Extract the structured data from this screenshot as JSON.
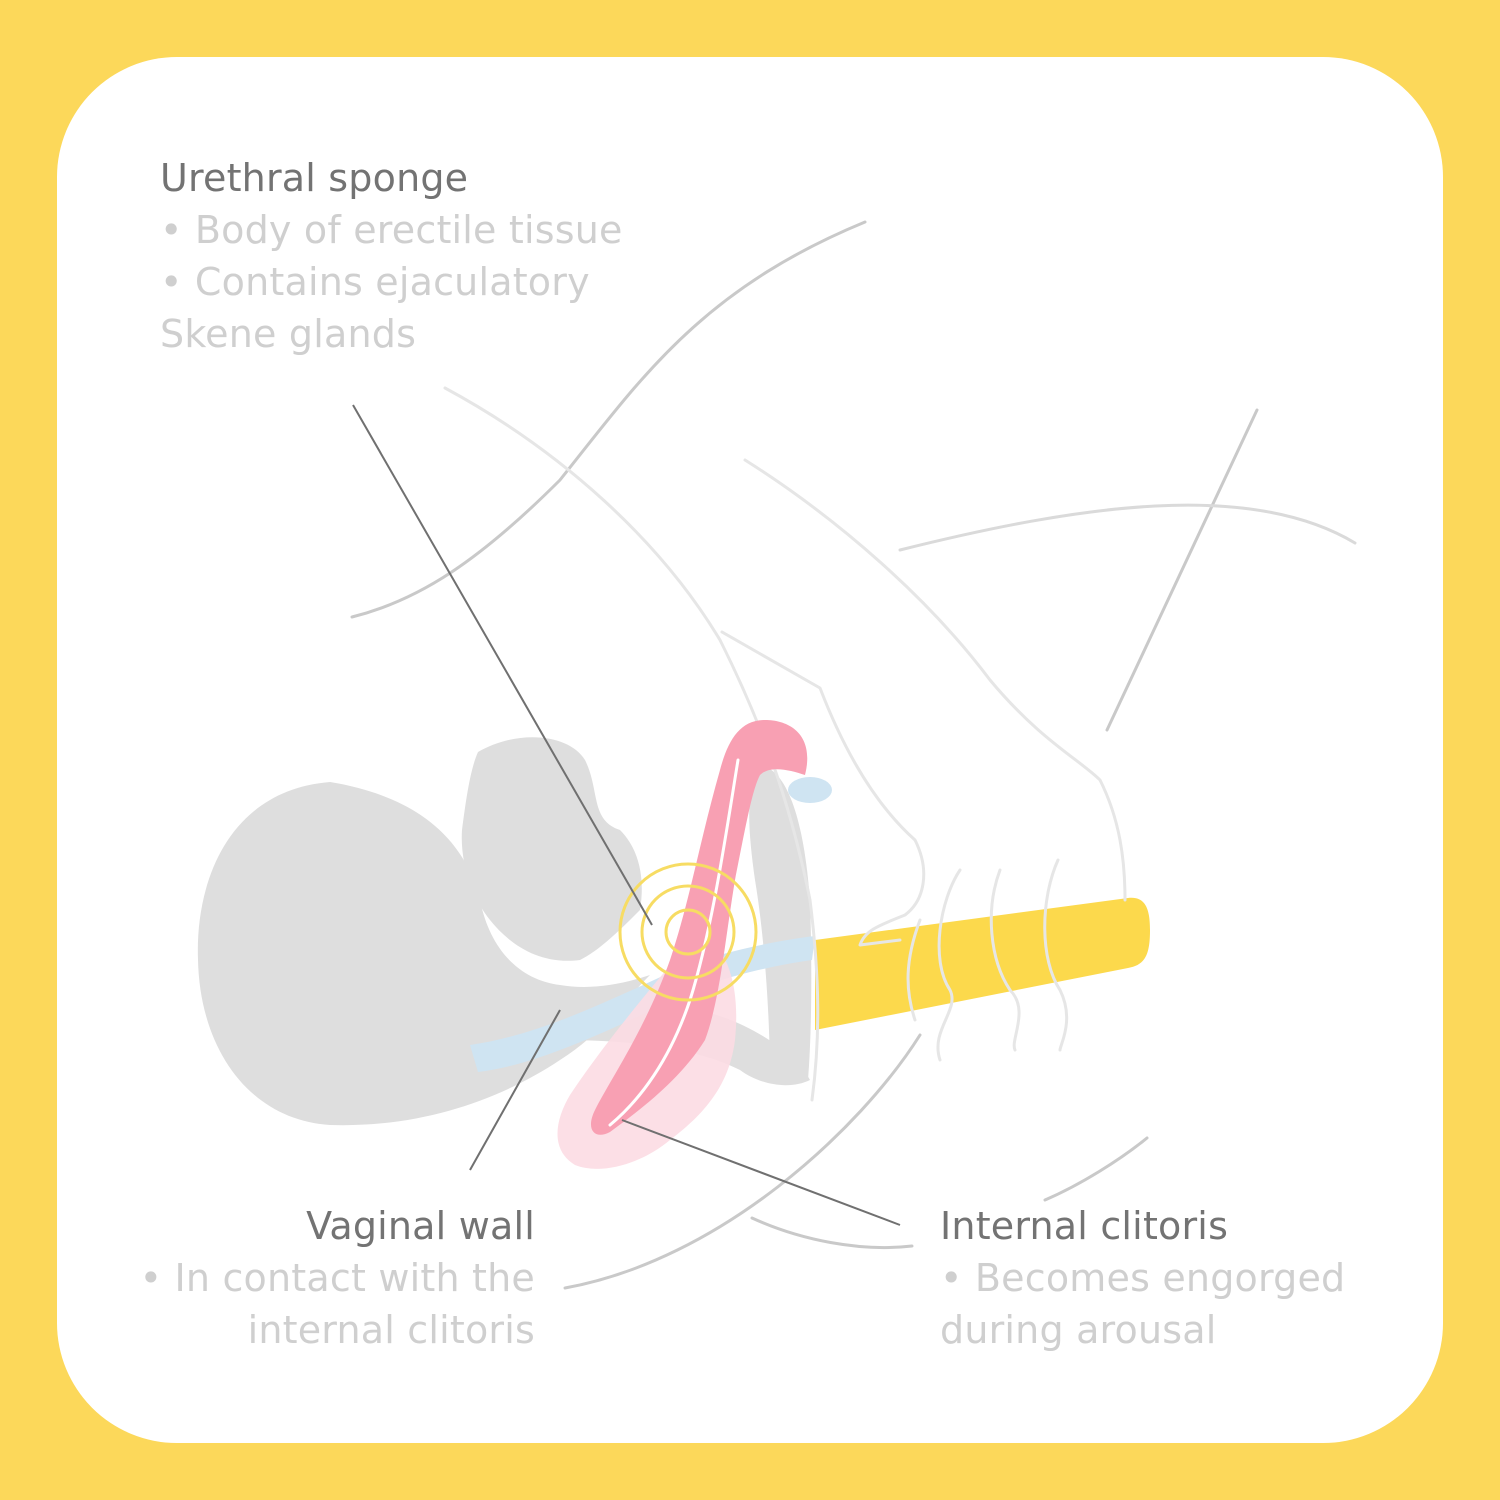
{
  "colors": {
    "background": "#FCD85A",
    "card": "#FFFFFF",
    "title_text": "#737373",
    "bullet_text": "#CFCFCF",
    "body_gray": "#DEDEDE",
    "clitoris_pink": "#F8A0B3",
    "light_pink": "#FCDCE3",
    "vaginal_blue": "#CFE4F2",
    "toy_yellow": "#FCD94C",
    "pulse_ring": "#F7DC63",
    "outline_line": "#C9C9C9",
    "leader_line": "#707070"
  },
  "labels": {
    "urethral_sponge": {
      "title": "Urethral sponge",
      "lines": [
        "• Body of erectile tissue",
        "• Contains ejaculatory",
        "Skene glands"
      ]
    },
    "vaginal_wall": {
      "title": "Vaginal wall",
      "lines": [
        "• In contact with the",
        "internal clitoris"
      ]
    },
    "internal_clitoris": {
      "title": "Internal clitoris",
      "lines": [
        "• Becomes engorged",
        "during arousal"
      ]
    }
  }
}
